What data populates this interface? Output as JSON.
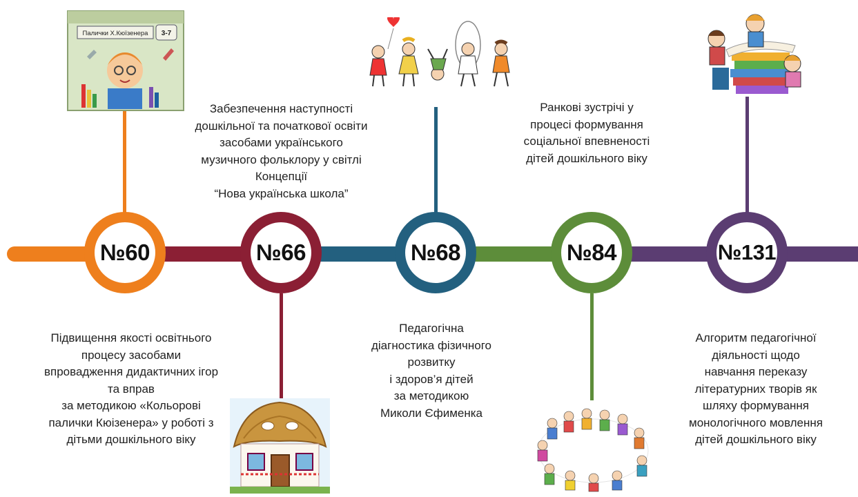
{
  "colors": {
    "orange": "#ee7f1d",
    "burgundy": "#8b1f34",
    "blue": "#23607f",
    "green": "#5d8d3a",
    "purple": "#5b3d72"
  },
  "milestones": [
    {
      "number": "№60",
      "text": "Підвищення якості освітнього\nпроцесу засобами\nвпровадження дидактичних ігор\nта вправ\nза методикою «Кольорові\nпалички Кюізенера»  у роботі з\nдітьми  дошкільного віку",
      "image_icon": "cuisenaire-box-icon"
    },
    {
      "number": "№66",
      "text": "Забезпечення наступності\nдошкільної та початкової освіти\nзасобами українського\nмузичного фольклору у світлі\nКонцепції\n“Нова українська школа”",
      "image_icon": "ukrainian-house-icon"
    },
    {
      "number": "№68",
      "text": "Педагогічна\nдіагностика фізичного\nрозвитку\nі здоров’я дітей\nза методикою\nМиколи Єфименка",
      "image_icon": "jumping-children-icon"
    },
    {
      "number": "№84",
      "text": "Ранкові зустрічі у\nпроцесі формування\nсоціальної впевненості\nдітей дошкільного віку",
      "image_icon": "children-circle-icon"
    },
    {
      "number": "№131",
      "text": "Алгоритм педагогічної\nдіяльності щодо\nнавчання переказу\nлітературних творів як\nшляху формування\nмонологічного мовлення\nдітей дошкільного віку",
      "image_icon": "kids-reading-books-icon"
    }
  ],
  "box_label": "Палички Х.Кюїзенера",
  "box_age": "3-7"
}
